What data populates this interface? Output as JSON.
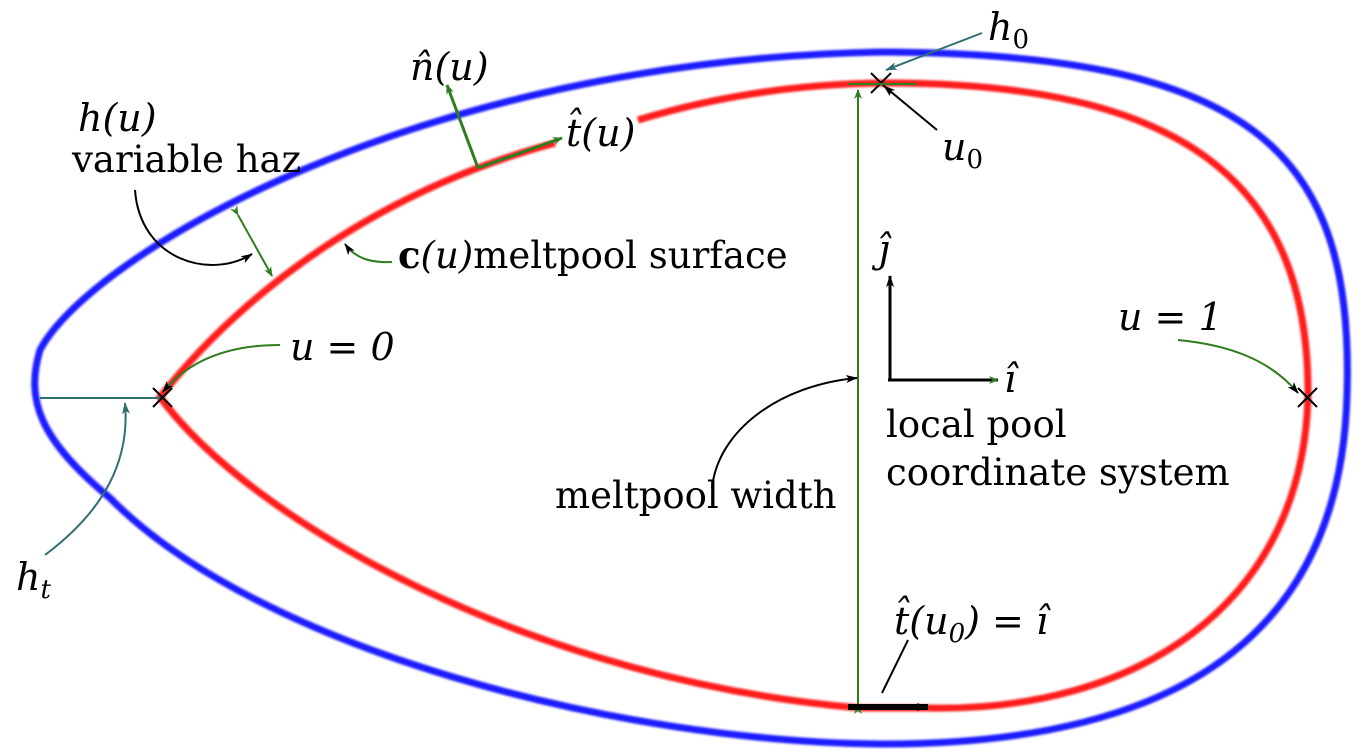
{
  "colors": {
    "haz_boundary": "#1a1aff",
    "meltpool_boundary": "#ff1a1a",
    "green_arrow": "#2e7d1e",
    "teal_arrow": "#2f6f74",
    "black": "#000000"
  },
  "labels": {
    "h0": "h",
    "h0_sub": "0",
    "n_hat": "n̂(u)",
    "h_u": "h(u)",
    "variable_haz": "variable haz",
    "t_hat": "t̂(u)",
    "u0": "u",
    "u0_sub": "0",
    "j_hat": "ĵ",
    "c_bold": "c",
    "c_rest": "(u)",
    "meltpool_surface": "meltpool surface",
    "u_eq_0": "u = 0",
    "u_eq_1": "u = 1",
    "i_hat": "î",
    "local_pool": "local pool",
    "coordinate_system": "coordinate system",
    "meltpool_width": "meltpool width",
    "ht": "h",
    "ht_sub": "t",
    "t_u0": "t̂(u",
    "t_u0_sub": "0",
    "t_u0_rest": ") = î"
  },
  "icons": {
    "marker": "cross-marker-icon",
    "arrow": "arrow-icon"
  }
}
